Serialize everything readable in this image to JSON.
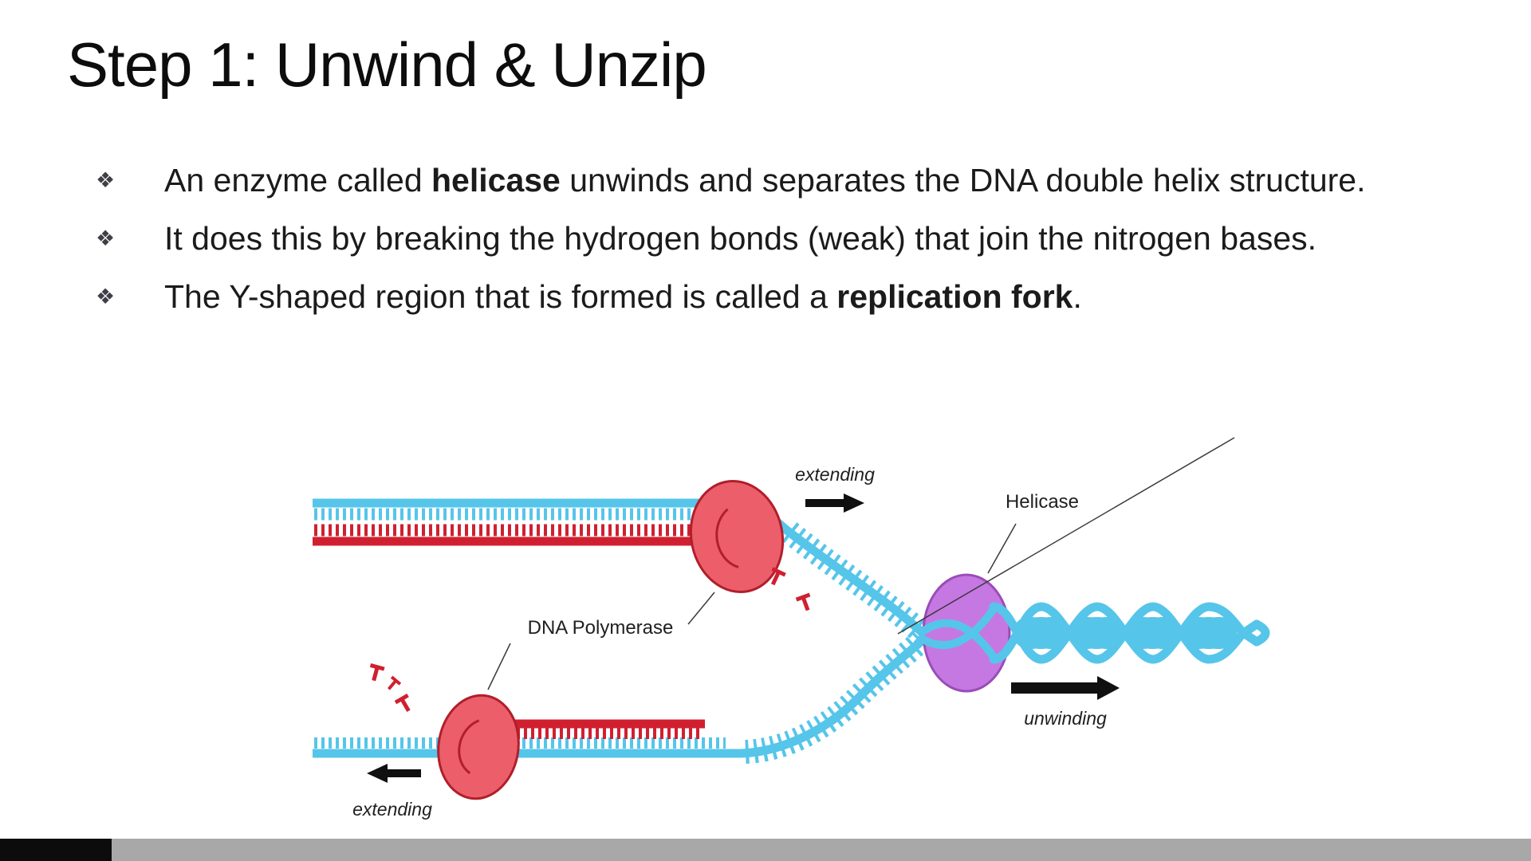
{
  "slide": {
    "title": "Step 1: Unwind & Unzip",
    "bullet_glyph": "❖",
    "bullets": [
      {
        "segments": [
          {
            "text": "An enzyme called ",
            "bold": false
          },
          {
            "text": "helicase",
            "bold": true
          },
          {
            "text": " unwinds and separates the DNA double helix structure.",
            "bold": false
          }
        ]
      },
      {
        "segments": [
          {
            "text": "It does this by breaking the hydrogen bonds (weak) that join the nitrogen bases.",
            "bold": false
          }
        ]
      },
      {
        "segments": [
          {
            "text": "The Y-shaped region that is formed is called a ",
            "bold": false
          },
          {
            "text": "replication fork",
            "bold": true
          },
          {
            "text": ".",
            "bold": false
          }
        ]
      }
    ]
  },
  "diagram": {
    "labels": {
      "extending_top": "extending",
      "helicase": "Helicase",
      "dna_polymerase": "DNA Polymerase",
      "unwinding": "unwinding",
      "extending_bottom": "extending"
    },
    "colors": {
      "dna_strand_cyan": "#56c5ea",
      "dna_strand_red": "#d02030",
      "helicase_purple": "#c678e2",
      "helicase_outline": "#9a4cb8",
      "polymerase_red": "#ec5f6a",
      "polymerase_outline": "#b01f2b",
      "arrow_black": "#101010",
      "bottom_bar_gray": "#a8a8a8"
    }
  }
}
